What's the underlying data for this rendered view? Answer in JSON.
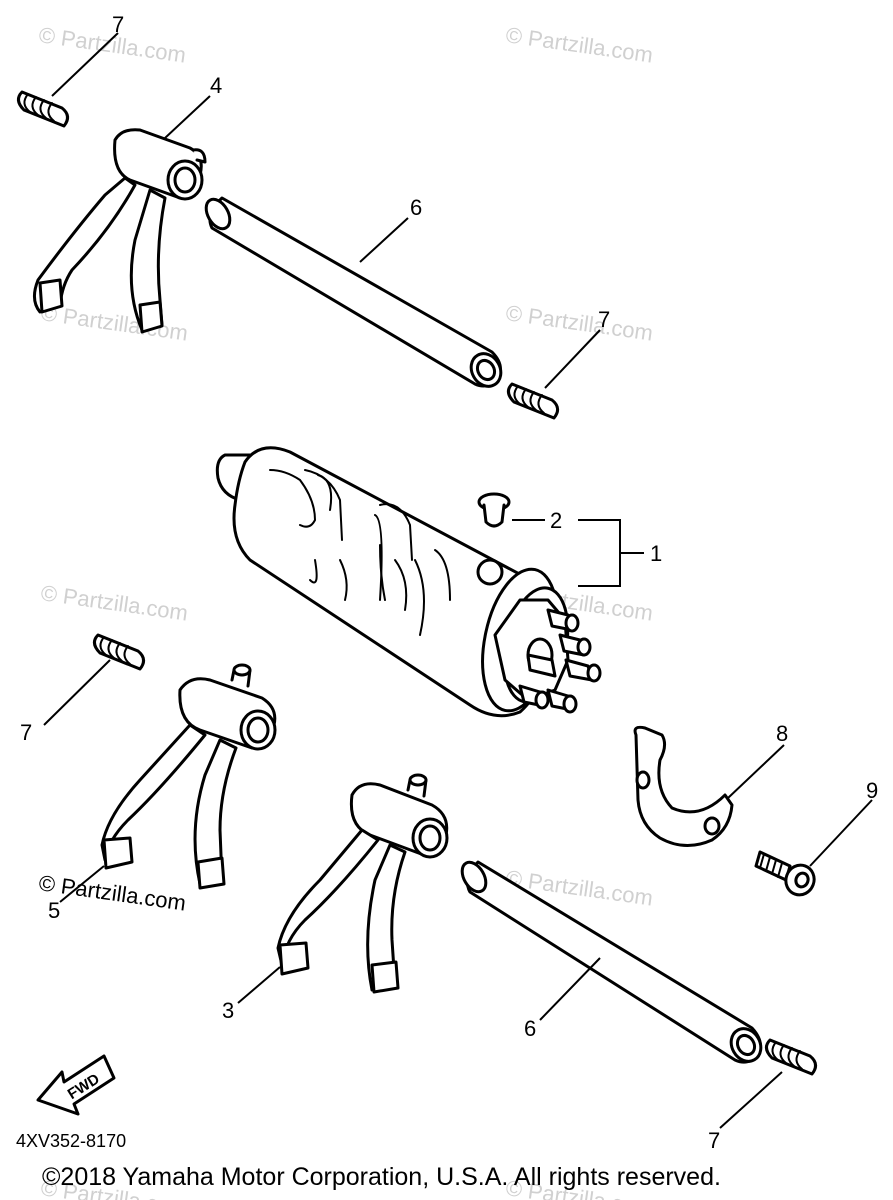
{
  "watermark": "© Partzilla.com",
  "callouts": {
    "c1": "1",
    "c2": "2",
    "c3": "3",
    "c4": "4",
    "c5": "5",
    "c6a": "6",
    "c6b": "6",
    "c7a": "7",
    "c7b": "7",
    "c7c": "7",
    "c7d": "7",
    "c8": "8",
    "c9": "9"
  },
  "fwd_label": "FWD",
  "diagram_code": "4XV352-8170",
  "copyright": "©2018 Yamaha Motor Corporation, U.S.A. All rights reserved."
}
